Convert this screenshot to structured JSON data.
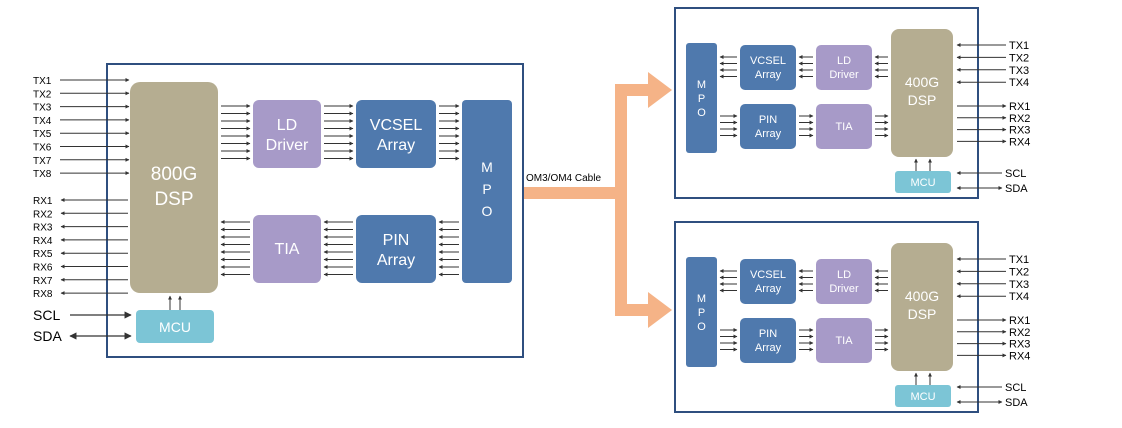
{
  "colors": {
    "frame": "#2f4f7f",
    "dsp": "#b5ad91",
    "driver": "#a79ac8",
    "vcsel": "#4f79ad",
    "mcu": "#7cc5d6",
    "cable": "#f5b387",
    "signal": "#333333",
    "white": "#ffffff"
  },
  "main": {
    "tx": [
      "TX1",
      "TX2",
      "TX3",
      "TX4",
      "TX5",
      "TX6",
      "TX7",
      "TX8"
    ],
    "rx": [
      "RX1",
      "RX2",
      "RX3",
      "RX4",
      "RX5",
      "RX6",
      "RX7",
      "RX8"
    ],
    "scl": "SCL",
    "sda": "SDA",
    "dsp": [
      "800G",
      "DSP"
    ],
    "ld": [
      "LD",
      "Driver"
    ],
    "vcsel": [
      "VCSEL",
      "Array"
    ],
    "tia": "TIA",
    "pin": [
      "PIN",
      "Array"
    ],
    "mpo": [
      "M",
      "P",
      "O"
    ],
    "mcu": "MCU"
  },
  "cable": {
    "label": "OM3/OM4 Cable"
  },
  "remote": [
    {
      "tx": [
        "TX1",
        "TX2",
        "TX3",
        "TX4"
      ],
      "rx": [
        "RX1",
        "RX2",
        "RX3",
        "RX4"
      ],
      "scl": "SCL",
      "sda": "SDA",
      "dsp": [
        "400G",
        "DSP"
      ],
      "ld": [
        "LD",
        "Driver"
      ],
      "vcsel": [
        "VCSEL",
        "Array"
      ],
      "tia": "TIA",
      "pin": [
        "PIN",
        "Array"
      ],
      "mpo": [
        "M",
        "P",
        "O"
      ],
      "mcu": "MCU"
    },
    {
      "tx": [
        "TX1",
        "TX2",
        "TX3",
        "TX4"
      ],
      "rx": [
        "RX1",
        "RX2",
        "RX3",
        "RX4"
      ],
      "scl": "SCL",
      "sda": "SDA",
      "dsp": [
        "400G",
        "DSP"
      ],
      "ld": [
        "LD",
        "Driver"
      ],
      "vcsel": [
        "VCSEL",
        "Array"
      ],
      "tia": "TIA",
      "pin": [
        "PIN",
        "Array"
      ],
      "mpo": [
        "M",
        "P",
        "O"
      ],
      "mcu": "MCU"
    }
  ]
}
